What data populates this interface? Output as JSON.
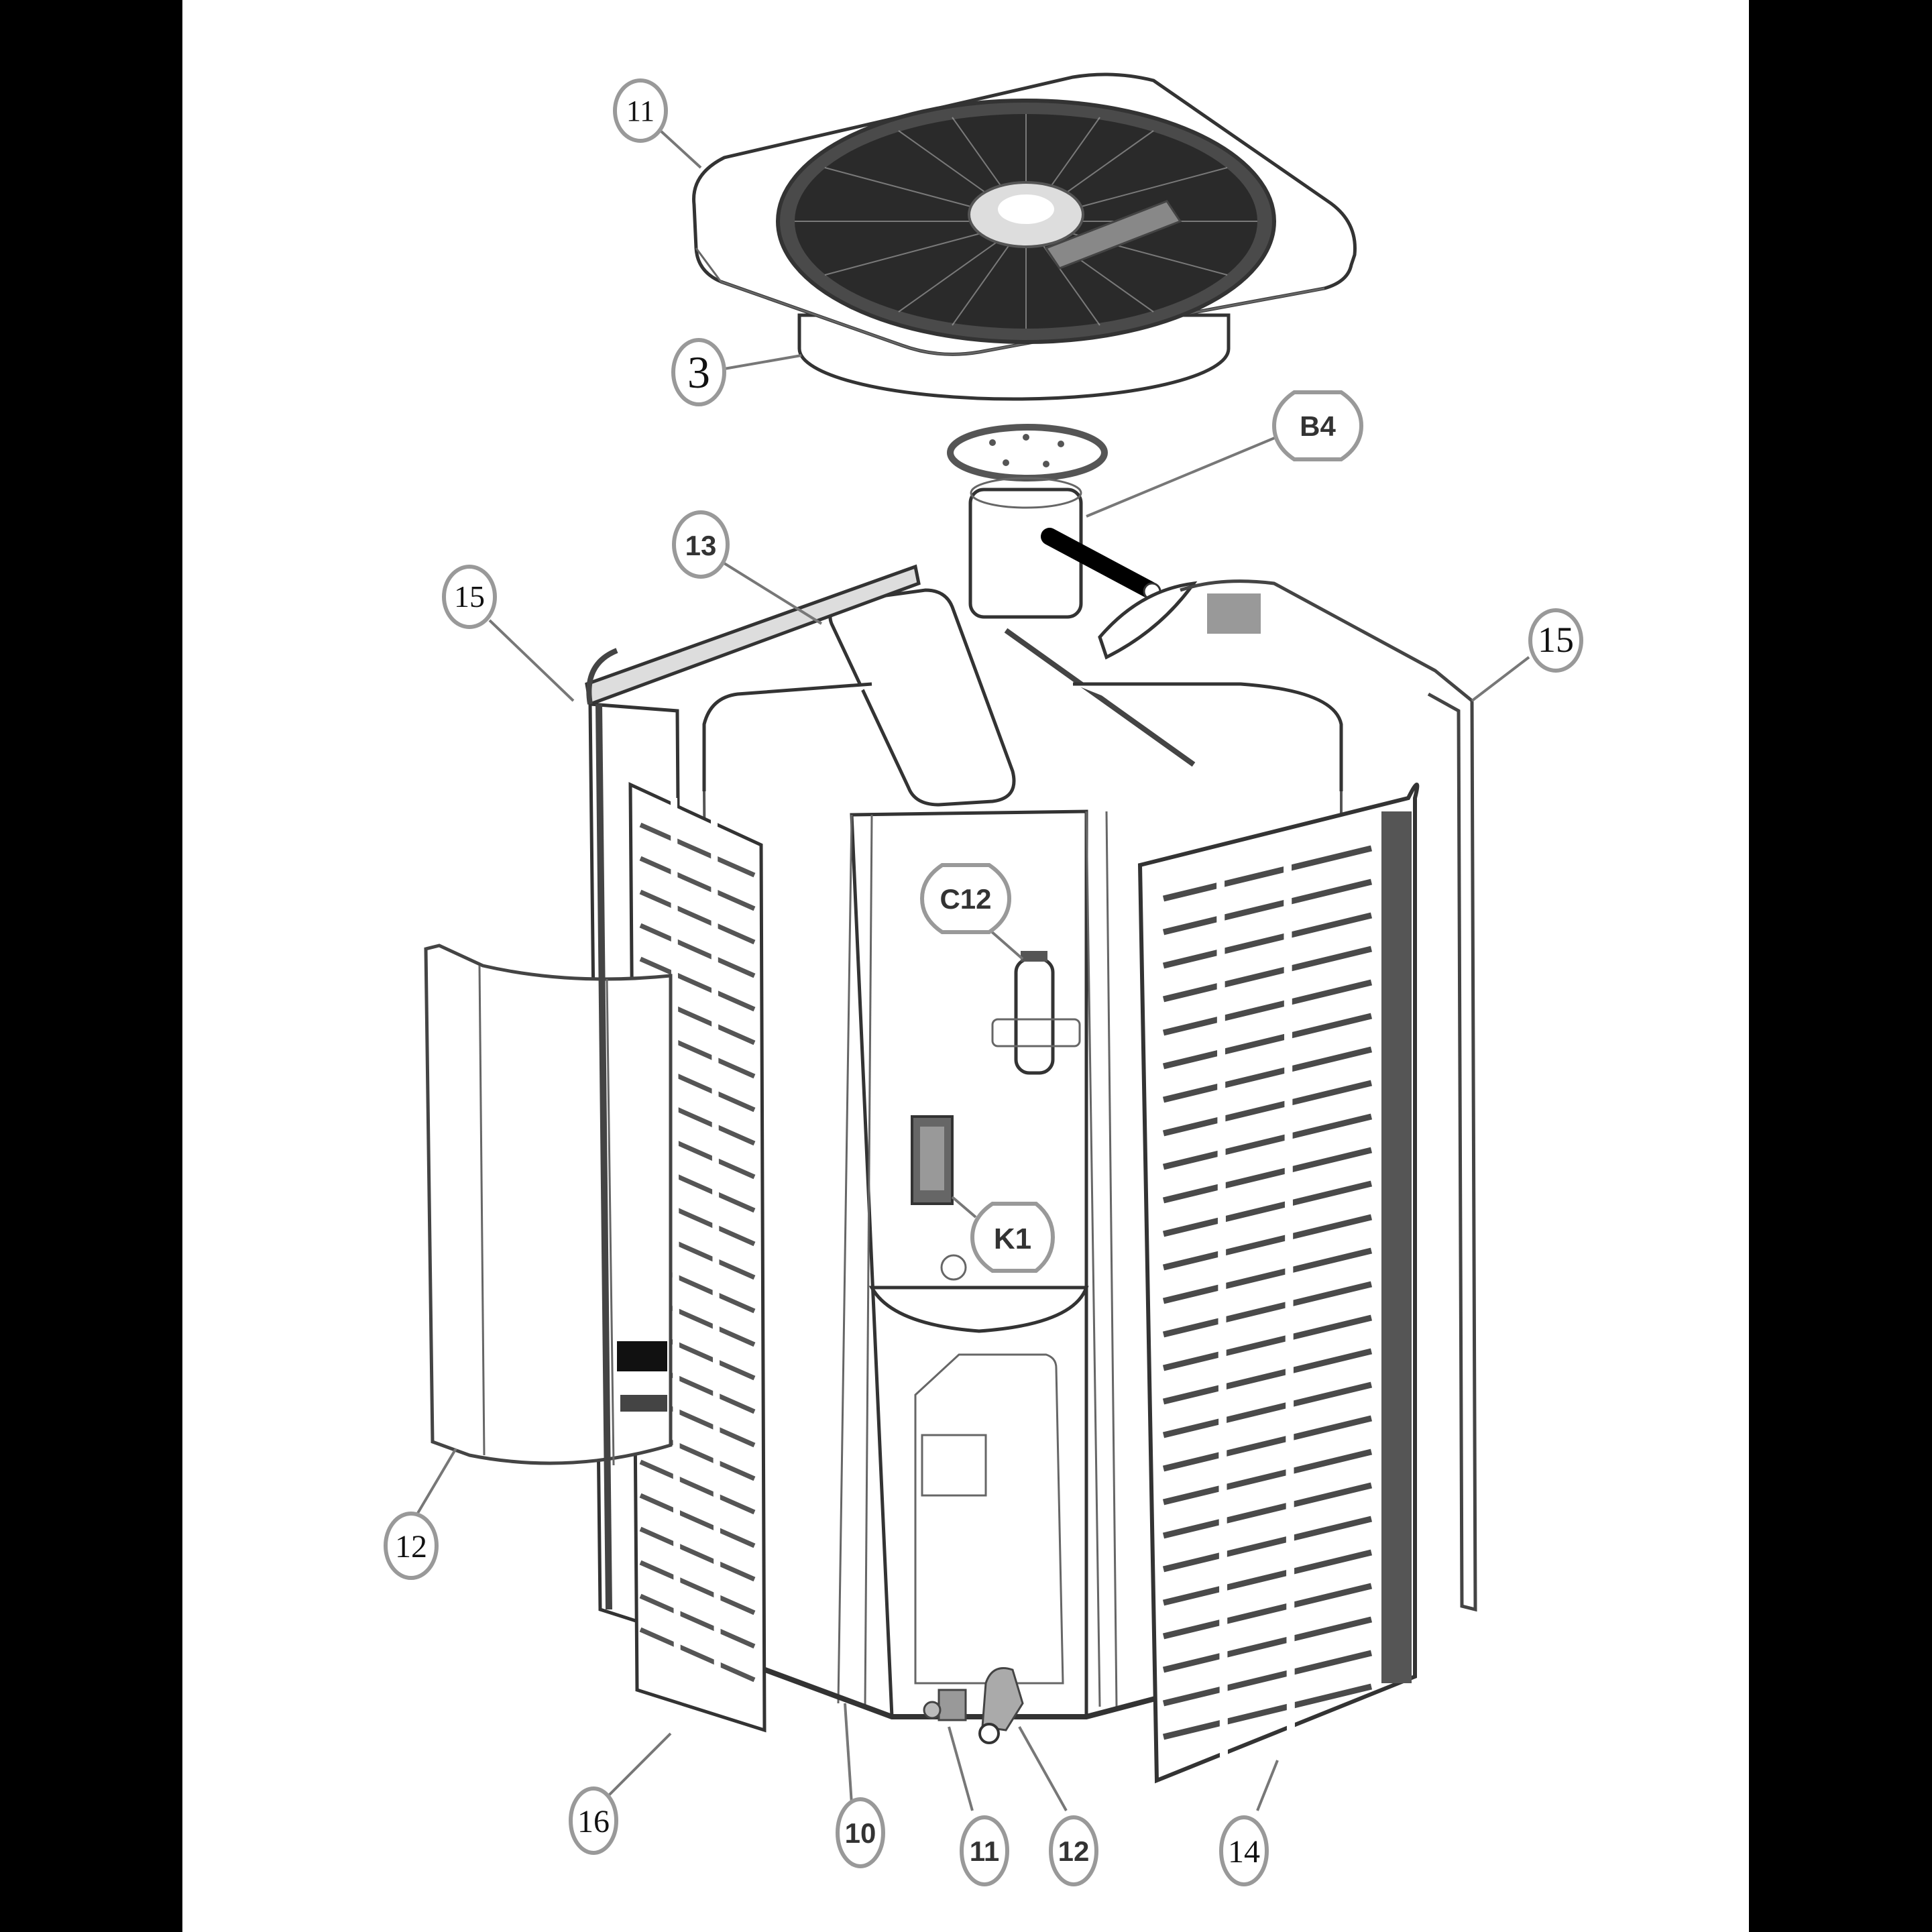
{
  "diagram": {
    "title": "Outdoor condensing unit – exploded parts view",
    "background": "#ffffff",
    "frame_color": "#000000",
    "line_color": "#333333",
    "callouts": [
      {
        "id": "c11_top",
        "label": "11",
        "style": "serif",
        "target": "fan top cover / grille"
      },
      {
        "id": "c3",
        "label": "3",
        "style": "serif",
        "target": "fan orifice ring"
      },
      {
        "id": "cB4",
        "label": "B4",
        "style": "sans",
        "target": "fan motor"
      },
      {
        "id": "c13",
        "label": "13",
        "style": "sans",
        "target": "fan blade"
      },
      {
        "id": "c15_left",
        "label": "15",
        "style": "serif",
        "target": "left coil guard"
      },
      {
        "id": "c15_right",
        "label": "15",
        "style": "serif",
        "target": "right coil guard"
      },
      {
        "id": "cC12",
        "label": "C12",
        "style": "sans",
        "target": "run capacitor"
      },
      {
        "id": "cK1",
        "label": "K1",
        "style": "sans",
        "target": "contactor"
      },
      {
        "id": "c12_left",
        "label": "12",
        "style": "serif",
        "target": "access / control panel cover"
      },
      {
        "id": "c16",
        "label": "16",
        "style": "serif",
        "target": "left louver grille panel"
      },
      {
        "id": "c10",
        "label": "10",
        "style": "sans",
        "target": "corner post / service panel"
      },
      {
        "id": "c11_bottom",
        "label": "11",
        "style": "sans",
        "target": "liquid service valve"
      },
      {
        "id": "c12_bottom",
        "label": "12",
        "style": "sans",
        "target": "suction service valve"
      },
      {
        "id": "c14",
        "label": "14",
        "style": "serif",
        "target": "right louver grille panel"
      }
    ]
  }
}
